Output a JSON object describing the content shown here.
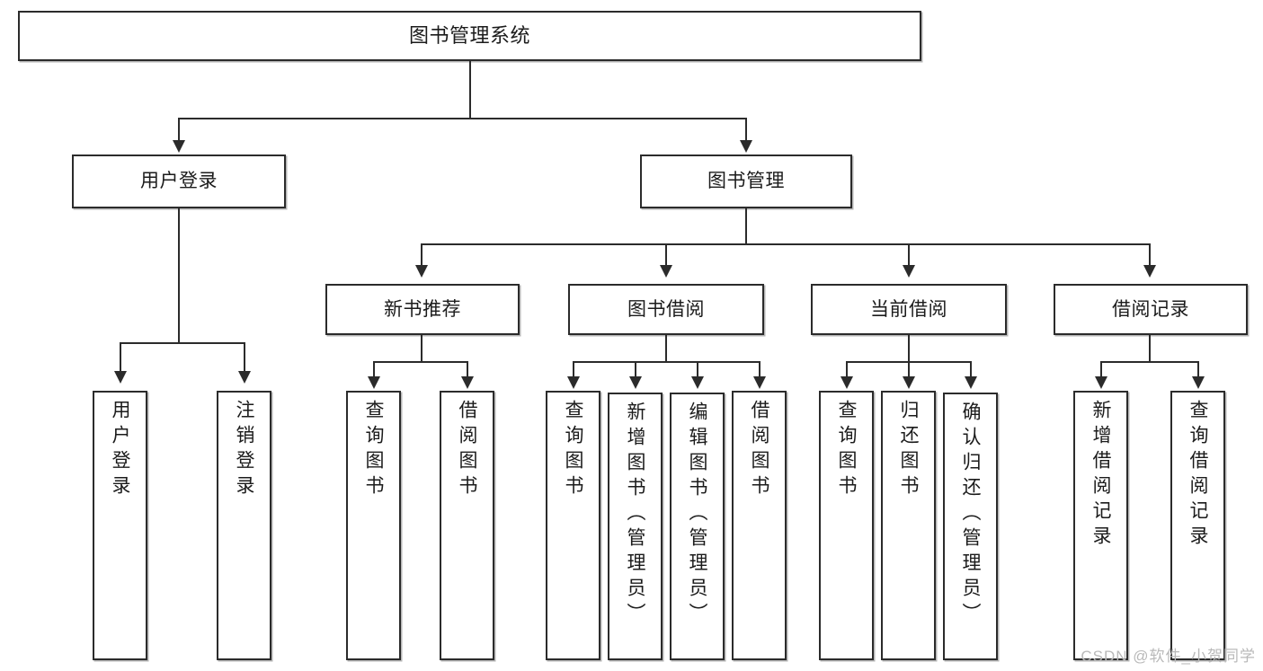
{
  "diagram": {
    "title": "图书管理系统",
    "watermark": "CSDN @软件_小贺同学",
    "colors": {
      "stroke": "#2b2b2b",
      "fill": "#ffffff",
      "text": "#1b1b1b",
      "watermark": "#b9b9b9"
    },
    "levels": {
      "root": {
        "label": "图书管理系统"
      },
      "level2": [
        {
          "id": "user-login",
          "label": "用户登录"
        },
        {
          "id": "book-manage",
          "label": "图书管理"
        }
      ],
      "level3": [
        {
          "id": "new-book-recommend",
          "label": "新书推荐"
        },
        {
          "id": "book-borrow",
          "label": "图书借阅"
        },
        {
          "id": "current-borrow",
          "label": "当前借阅"
        },
        {
          "id": "borrow-record",
          "label": "借阅记录"
        }
      ],
      "leaves": [
        {
          "id": "leaf-user-login",
          "label": "用户登录",
          "parent": "user-login"
        },
        {
          "id": "leaf-user-logout",
          "label": "注销登录",
          "parent": "user-login"
        },
        {
          "id": "leaf-query-book-1",
          "label": "查询图书",
          "parent": "new-book-recommend"
        },
        {
          "id": "leaf-borrow-book-1",
          "label": "借阅图书",
          "parent": "new-book-recommend"
        },
        {
          "id": "leaf-query-book-2",
          "label": "查询图书",
          "parent": "book-borrow"
        },
        {
          "id": "leaf-add-book",
          "label": "新增图书（管理员）",
          "parent": "book-borrow"
        },
        {
          "id": "leaf-edit-book",
          "label": "编辑图书（管理员）",
          "parent": "book-borrow"
        },
        {
          "id": "leaf-borrow-book-2",
          "label": "借阅图书",
          "parent": "book-borrow"
        },
        {
          "id": "leaf-query-book-3",
          "label": "查询图书",
          "parent": "current-borrow"
        },
        {
          "id": "leaf-return-book",
          "label": "归还图书",
          "parent": "current-borrow"
        },
        {
          "id": "leaf-confirm-return",
          "label": "确认归还（管理员）",
          "parent": "current-borrow"
        },
        {
          "id": "leaf-add-record",
          "label": "新增借阅记录",
          "parent": "borrow-record"
        },
        {
          "id": "leaf-query-record",
          "label": "查询借阅记录",
          "parent": "borrow-record"
        }
      ]
    }
  }
}
